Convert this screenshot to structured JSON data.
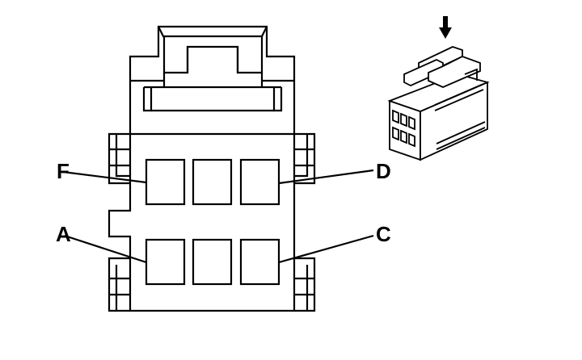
{
  "diagram": {
    "pin_labels": {
      "top_left": "F",
      "top_right": "D",
      "bottom_left": "A",
      "bottom_right": "C"
    },
    "pin_layout": {
      "rows": 2,
      "columns": 3
    },
    "inset_indicator_icon": "arrow-down-icon",
    "colors": {
      "line": "#000000",
      "background": "#ffffff"
    }
  }
}
